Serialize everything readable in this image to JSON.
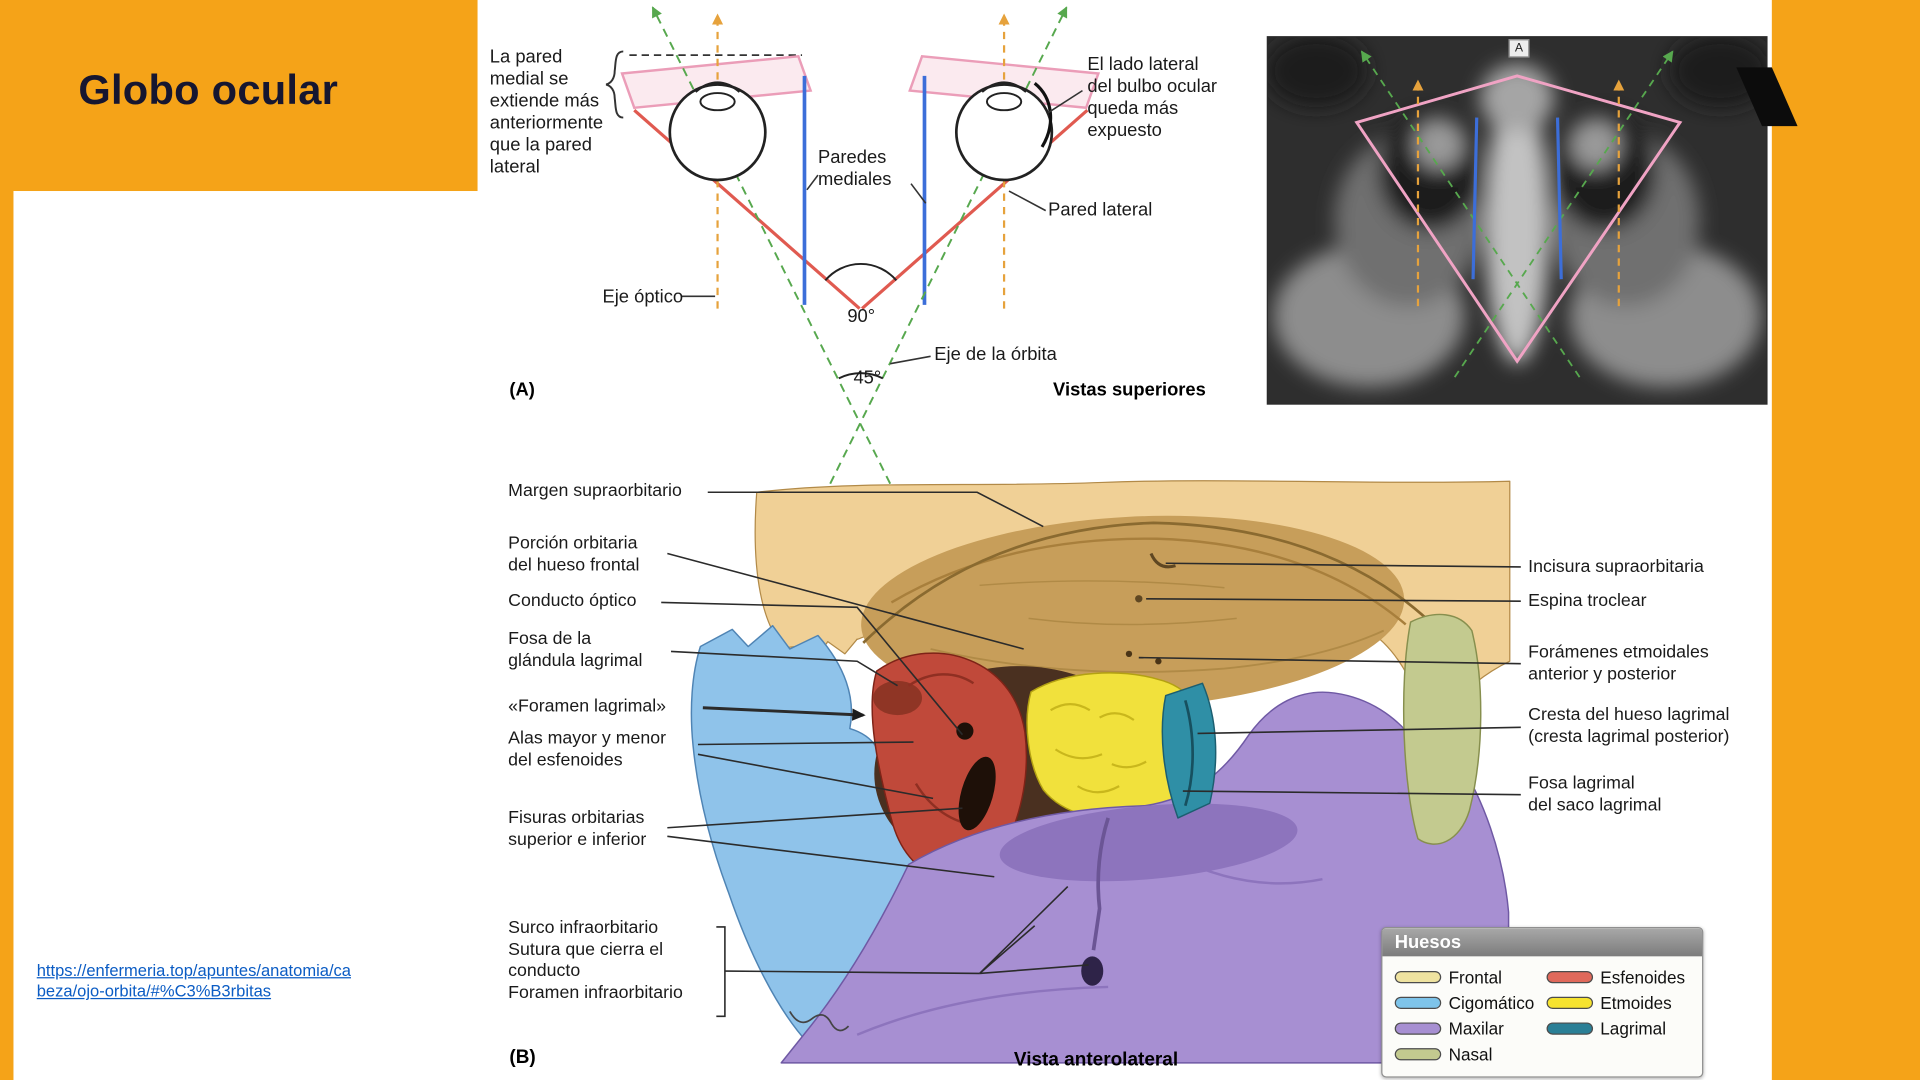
{
  "slide": {
    "title": "Globo ocular",
    "accent_color": "#F5A318",
    "link_text": "https://enfermeria.top/apuntes/anatomia/ca\nbeza/ojo-orbita/#%C3%B3rbitas"
  },
  "figure_a": {
    "panel_label": "(A)",
    "caption": "Vistas superiores",
    "mri_marker": "A",
    "labels": {
      "medial_wall_note": "La pared\nmedial se\nextiende más\nanteriormente\nque la pared\nlateral",
      "paredes_mediales": "Paredes\nmediales",
      "lateral_exposure_note": "El lado lateral\ndel bulbo ocular\nqueda más\nexpuesto",
      "pared_lateral": "Pared lateral",
      "eje_optico": "Eje óptico",
      "eje_orbita": "Eje de la órbita",
      "angle_between_lateral_walls": "90°",
      "angle_between_orbital_axes": "45°"
    }
  },
  "figure_b": {
    "panel_label": "(B)",
    "caption": "Vista anterolateral",
    "left_labels": [
      "Margen supraorbitario",
      "Porción orbitaria\ndel hueso frontal",
      "Conducto óptico",
      "Fosa de la\nglándula lagrimal",
      "«Foramen lagrimal»",
      "Alas mayor y menor\ndel esfenoides",
      "Fisuras orbitarias\nsuperior e inferior",
      "Surco infraorbitario\nSutura que cierra el\nconducto\nForamen infraorbitario"
    ],
    "right_labels": [
      "Incisura supraorbitaria",
      "Espina troclear",
      "Forámenes etmoidales\nanterior y posterior",
      "Cresta del hueso lagrimal\n(cresta lagrimal posterior)",
      "Fosa lagrimal\ndel saco lagrimal"
    ],
    "legend": {
      "title": "Huesos",
      "items": [
        {
          "label": "Frontal",
          "color": "#EFE3A0"
        },
        {
          "label": "Cigomático",
          "color": "#7EC4EA"
        },
        {
          "label": "Maxilar",
          "color": "#A78FD2"
        },
        {
          "label": "Nasal",
          "color": "#C3CA8F"
        },
        {
          "label": "Esfenoides",
          "color": "#E0695B"
        },
        {
          "label": "Etmoides",
          "color": "#F6E32F"
        },
        {
          "label": "Lagrimal",
          "color": "#2A7F96"
        }
      ]
    }
  }
}
